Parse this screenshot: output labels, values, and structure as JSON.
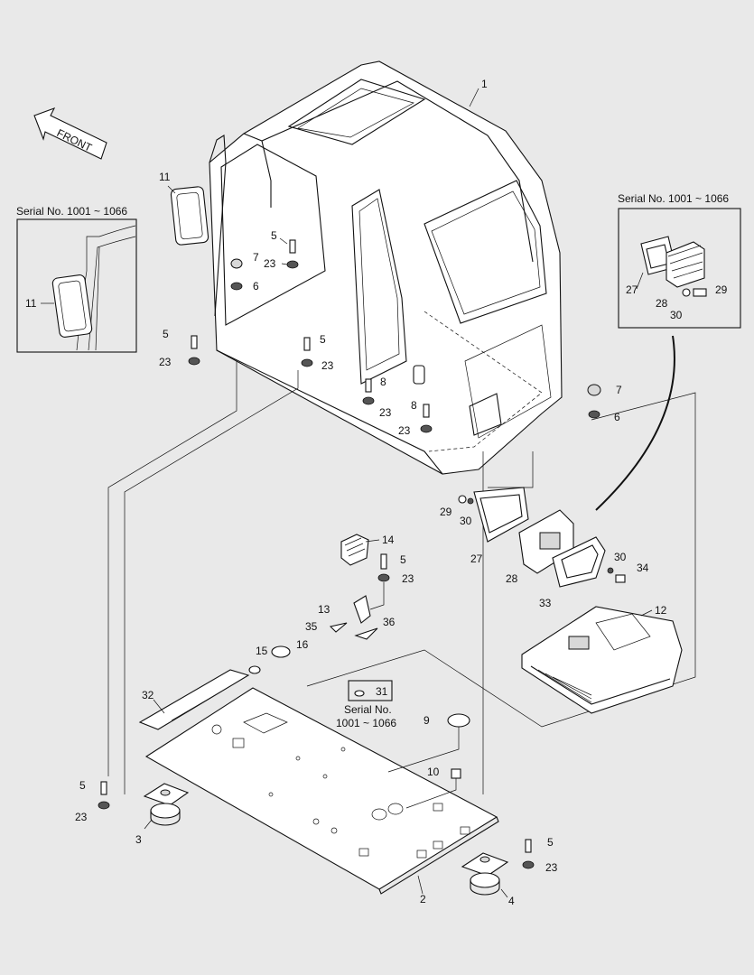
{
  "front_label": "FRONT",
  "insets": {
    "left_title": "Serial No. 1001 ~ 1066",
    "right_title": "Serial No. 1001 ~ 1066"
  },
  "serial_note": {
    "line1": "Serial No.",
    "line2": "1001 ~ 1066"
  },
  "callouts": {
    "c1": "1",
    "c2": "2",
    "c3": "3",
    "c4": "4",
    "c5": "5",
    "c6": "6",
    "c7": "7",
    "c8": "8",
    "c9": "9",
    "c10": "10",
    "c11": "11",
    "c12": "12",
    "c13": "13",
    "c14": "14",
    "c15": "15",
    "c16": "16",
    "c23": "23",
    "c27": "27",
    "c28": "28",
    "c29": "29",
    "c30": "30",
    "c31": "31",
    "c32": "32",
    "c33": "33",
    "c34": "34",
    "c35": "35",
    "c36": "36"
  }
}
